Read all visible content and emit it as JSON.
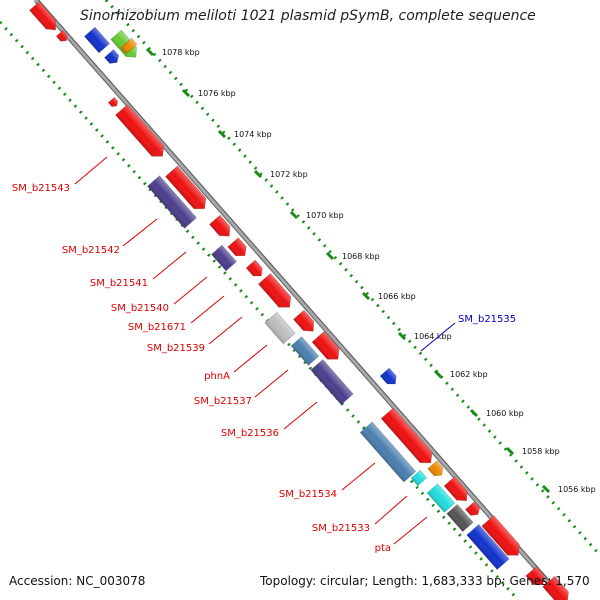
{
  "title": "Sinorhizobium meliloti 1021 plasmid pSymB, complete sequence",
  "faded_tick_label": "1080 kbp",
  "accession": "Accession: NC_003078",
  "topology": "Topology: circular; Length: 1,683,333 bp; Genes: 1,570",
  "colors": {
    "backbone": "#8c8c8c",
    "scale_dots": "#1a8a1a",
    "gene_red": "#ee1111",
    "gene_purple": "#4b3f8c",
    "gene_blue": "#1133cc",
    "gene_steel": "#4a7fb0",
    "gene_gray": "#bdbdbd",
    "gene_dark": "#555555",
    "gene_cyan": "#22dddd",
    "gene_orange": "#ee8800",
    "gene_green": "#66cc33",
    "label_red": "#dd0000",
    "label_blue": "#0000bb"
  },
  "kbp_ticks": [
    "1078 kbp",
    "1076 kbp",
    "1074 kbp",
    "1072 kbp",
    "1070 kbp",
    "1068 kbp",
    "1066 kbp",
    "1064 kbp",
    "1062 kbp",
    "1060 kbp",
    "1058 kbp",
    "1056 kbp"
  ],
  "gene_labels": [
    {
      "text": "SM_b21543",
      "color": "red"
    },
    {
      "text": "SM_b21542",
      "color": "red"
    },
    {
      "text": "SM_b21541",
      "color": "red"
    },
    {
      "text": "SM_b21540",
      "color": "red"
    },
    {
      "text": "SM_b21671",
      "color": "red"
    },
    {
      "text": "SM_b21539",
      "color": "red"
    },
    {
      "text": "phnA",
      "color": "red"
    },
    {
      "text": "SM_b21537",
      "color": "red"
    },
    {
      "text": "SM_b21536",
      "color": "red"
    },
    {
      "text": "SM_b21534",
      "color": "red"
    },
    {
      "text": "SM_b21533",
      "color": "red"
    },
    {
      "text": "pta",
      "color": "red"
    },
    {
      "text": "SM_b21535",
      "color": "blue"
    }
  ]
}
